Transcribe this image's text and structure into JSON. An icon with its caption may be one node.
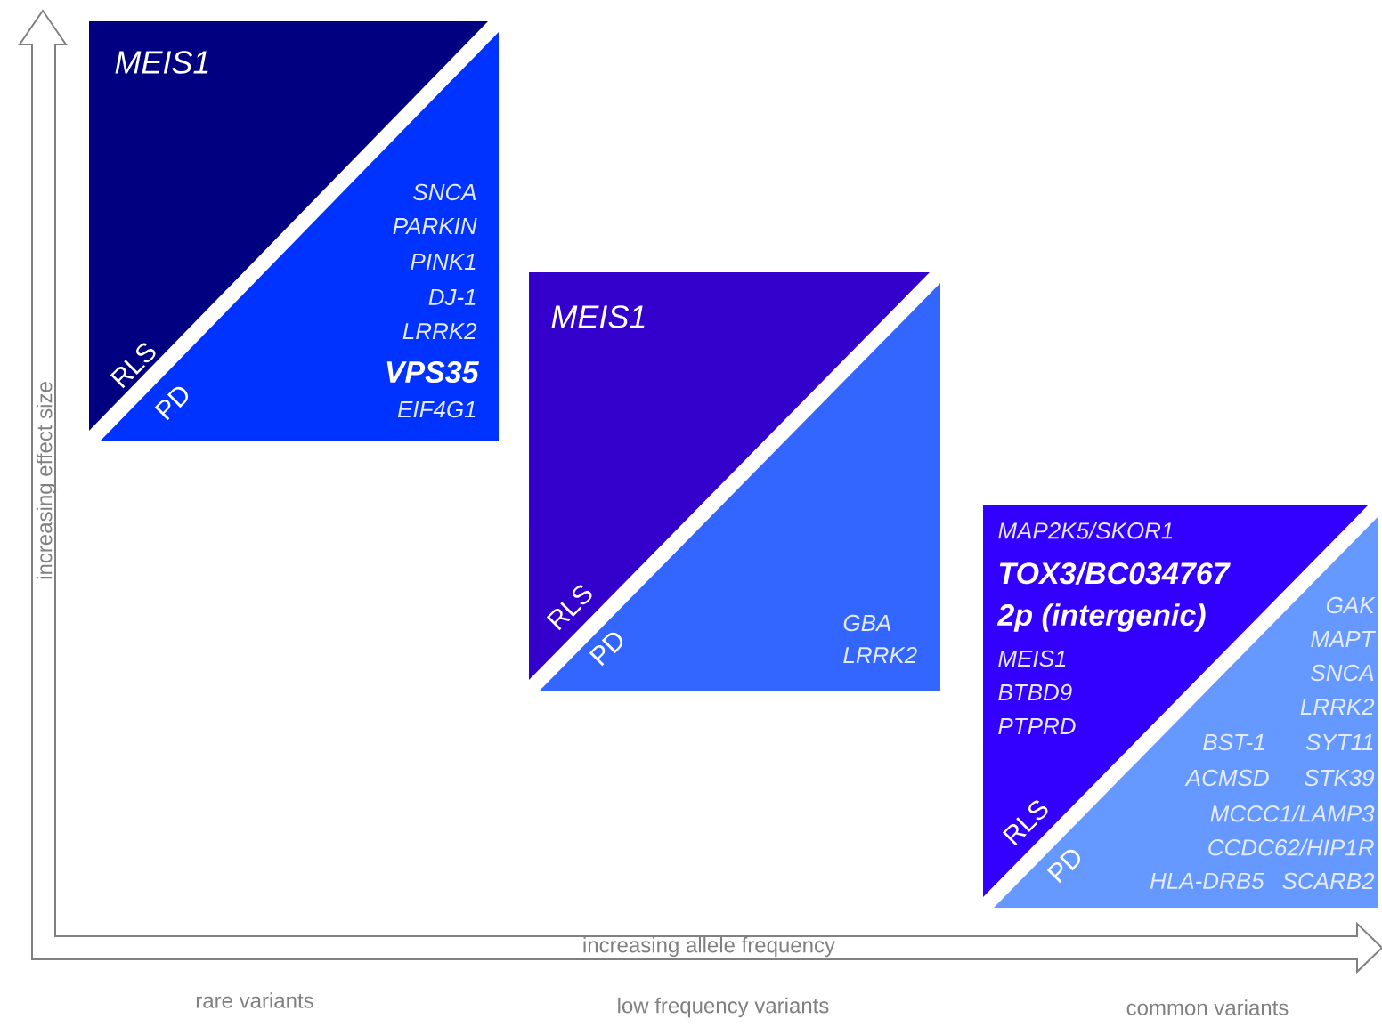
{
  "diagram": {
    "nodes": [
      {
        "text": [
          "RLS",
          "MEIS1"
        ]
      },
      {
        "text": [
          "PD",
          "SNCA",
          "PARKIN",
          "PINK1",
          "DJ-1",
          "LRRK2",
          "**VPS35**",
          "EIF4G1"
        ]
      },
      {
        "text": [
          "RLS",
          "MEIS1"
        ]
      },
      {
        "text": [
          "PD",
          "GBA",
          "LRRK2"
        ]
      },
      {
        "text": [
          "RLS",
          "MAP2K5/SKOR1",
          "**TOX3/BC034767**",
          "**2p (intergenic)**",
          "MEIS1",
          "BTBD9",
          "PTPRD"
        ]
      },
      {
        "text": [
          "PD",
          "GAK",
          "MAPT",
          "SNCA",
          "LRRK2",
          "BST-1",
          "SYT11",
          "ACMSD",
          "STK39",
          "MCCC1/LAMP3",
          "CCDC62/HIP1R",
          "HLA-DRB5",
          "SCARB2"
        ]
      }
    ],
    "labels": [
      "increasing effect size",
      "increasing allele frequency",
      "rare variants",
      "low frequency variants",
      "common variants"
    ]
  }
}
